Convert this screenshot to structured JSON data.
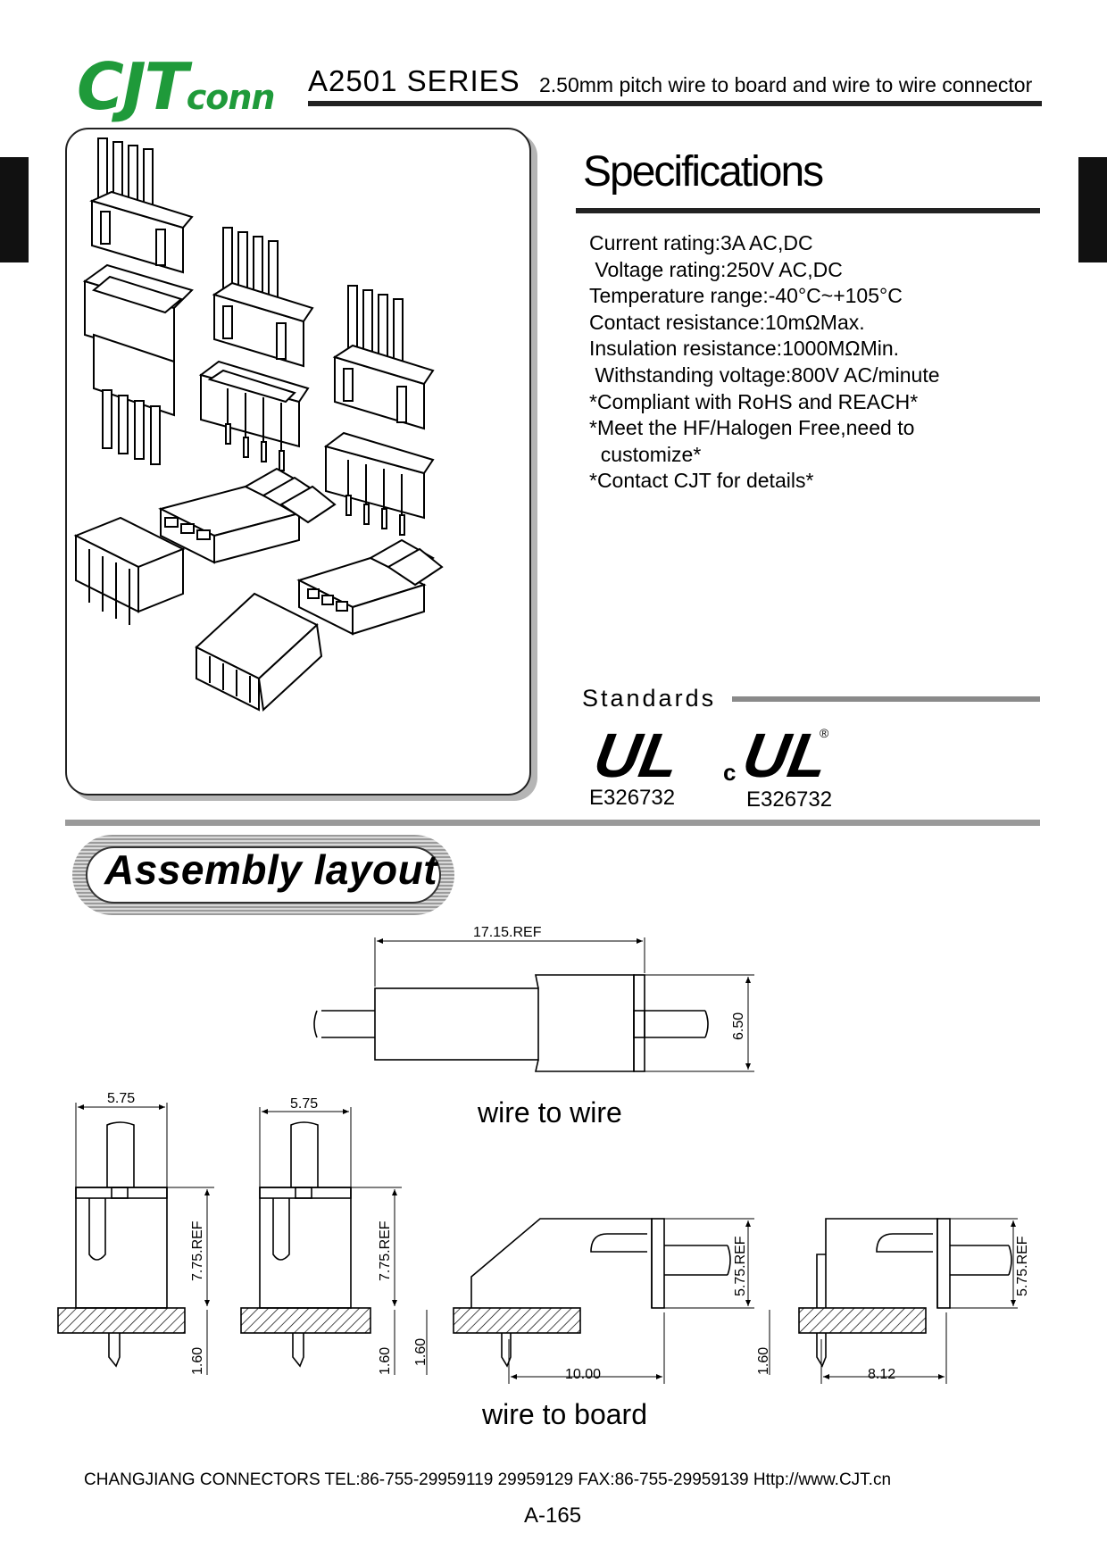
{
  "header": {
    "logo_main": "CJT",
    "logo_sub": "conn",
    "series": "A2501 SERIES",
    "subtitle": "2.50mm pitch wire to board and wire to wire connector"
  },
  "specifications": {
    "title": "Specifications",
    "items": [
      "Current rating:3A AC,DC",
      " Voltage rating:250V AC,DC",
      "Temperature range:-40°C~+105°C",
      "Contact resistance:10mΩMax.",
      "Insulation resistance:1000MΩMin.",
      " Withstanding voltage:800V AC/minute",
      "*Compliant with RoHS and REACH*",
      "*Meet the HF/Halogen Free,need to",
      "  customize*",
      "*Contact CJT for details*"
    ]
  },
  "standards": {
    "title": "Standards",
    "ul_logo_text": "UL",
    "cul_prefix": "c",
    "registered_mark": "®",
    "cert1": "E326732",
    "cert2": "E326732"
  },
  "assembly": {
    "title": "Assembly layout",
    "wire_to_wire_label": "wire to wire",
    "wire_to_board_label": "wire to board",
    "dims": {
      "w2w_length": "17.15.REF",
      "w2w_height": "6.50",
      "width_a": "5.75",
      "width_b": "5.75",
      "height_a": "7.75.REF",
      "height_b": "7.75.REF",
      "pin_a": "1.60",
      "pin_b": "1.60",
      "pin_c": "1.60",
      "pin_d": "1.60",
      "ra_height_a": "5.75.REF",
      "ra_height_b": "5.75.REF",
      "ra_len_a": "10.00",
      "ra_len_b": "8.12"
    }
  },
  "footer": {
    "contact": "CHANGJIANG CONNECTORS  TEL:86-755-29959119 29959129  FAX:86-755-29959139 Http://www.CJT.cn",
    "page": "A-165"
  },
  "colors": {
    "brand_green": "#1f9a3a",
    "rule_dark": "#222222",
    "rule_gray": "#9a9a9a"
  }
}
